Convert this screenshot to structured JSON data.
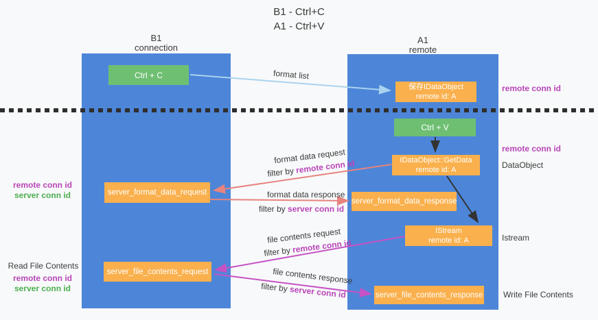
{
  "title": {
    "line1": "B1 - Ctrl+C",
    "line2": "A1 - Ctrl+V"
  },
  "columns": {
    "left": {
      "name": "B1",
      "role": "connection"
    },
    "right": {
      "name": "A1",
      "role": "remote"
    }
  },
  "boxes": {
    "ctrl_c": "Ctrl + C",
    "ctrl_v": "Ctrl + V",
    "saved_dataobject": {
      "line1": "保存IDataObject",
      "line2": "remote id: A"
    },
    "getdata": {
      "line1": "IDataObject::GetData",
      "line2": "remote id: A"
    },
    "istream": {
      "line1": "IStream",
      "line2": "remote id: A"
    },
    "server_format_data_request": "server_format_data_request",
    "server_format_data_response": "server_format_data_response",
    "server_file_contents_request": "server_file_contents_request",
    "server_file_contents_response": "server_file_contents_response"
  },
  "flow_labels": {
    "format_list": "format list",
    "format_data_request": "format data request",
    "format_data_response": "format data response",
    "file_contents_request": "file contents request",
    "file_contents_response": "file contents response",
    "filter_by": "filter by ",
    "remote_conn_id": "remote conn id",
    "server_conn_id": "server conn id"
  },
  "side_labels": {
    "left": {
      "remote_conn_id": "remote conn id",
      "server_conn_id": "server conn id",
      "read_file_contents": "Read File Contents"
    },
    "right": {
      "remote_conn_id_top": "remote conn id",
      "remote_conn_id_mid": "remote conn id",
      "dataobject": "DataObject",
      "istream": "Istream",
      "write_file_contents": "Write File Contents"
    }
  },
  "colors": {
    "column_blue": "#4d86d8",
    "box_orange": "#fab04d",
    "box_green": "#6fbf73",
    "arrow_light_blue": "#a9d3ee",
    "arrow_salmon": "#e8837f",
    "arrow_magenta": "#c553c5",
    "arrow_black": "#333333",
    "text_magenta": "#b845b8",
    "text_green": "#4cae50",
    "background": "#f8f9fa"
  }
}
